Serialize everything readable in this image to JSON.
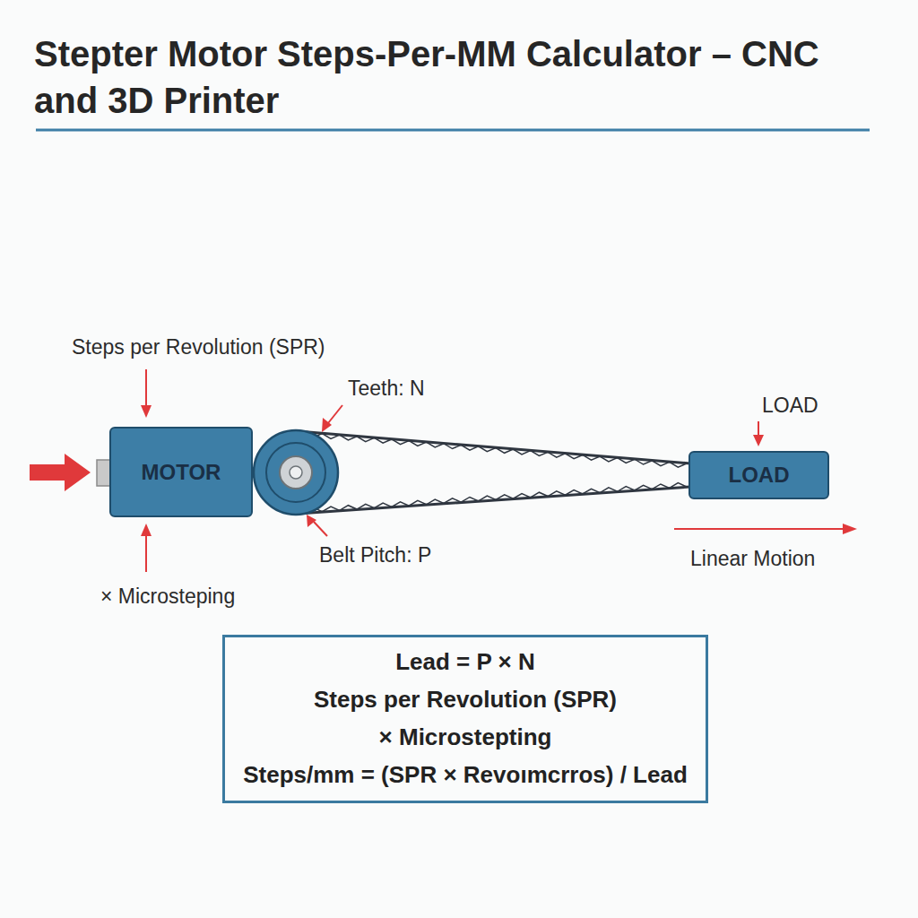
{
  "diagram": {
    "title": "Stepter Motor Steps-Per-MM Calculator – CNC and 3D Printer",
    "nodes": [
      {
        "text": [
          "MOTOR"
        ]
      },
      {
        "text": [
          "LOAD"
        ]
      },
      {
        "text": [
          "Lead = P × N",
          "Steps per Revolution (SPR)",
          "× Microstepting",
          "Steps/mm = (SPR × Revoımcrros) / Lead"
        ]
      }
    ],
    "labels": [
      "Steps per Revolution (SPR)",
      "Teeth: N",
      "Belt Pitch: P",
      "× Microsteping",
      "LOAD",
      "Linear Motion"
    ]
  }
}
